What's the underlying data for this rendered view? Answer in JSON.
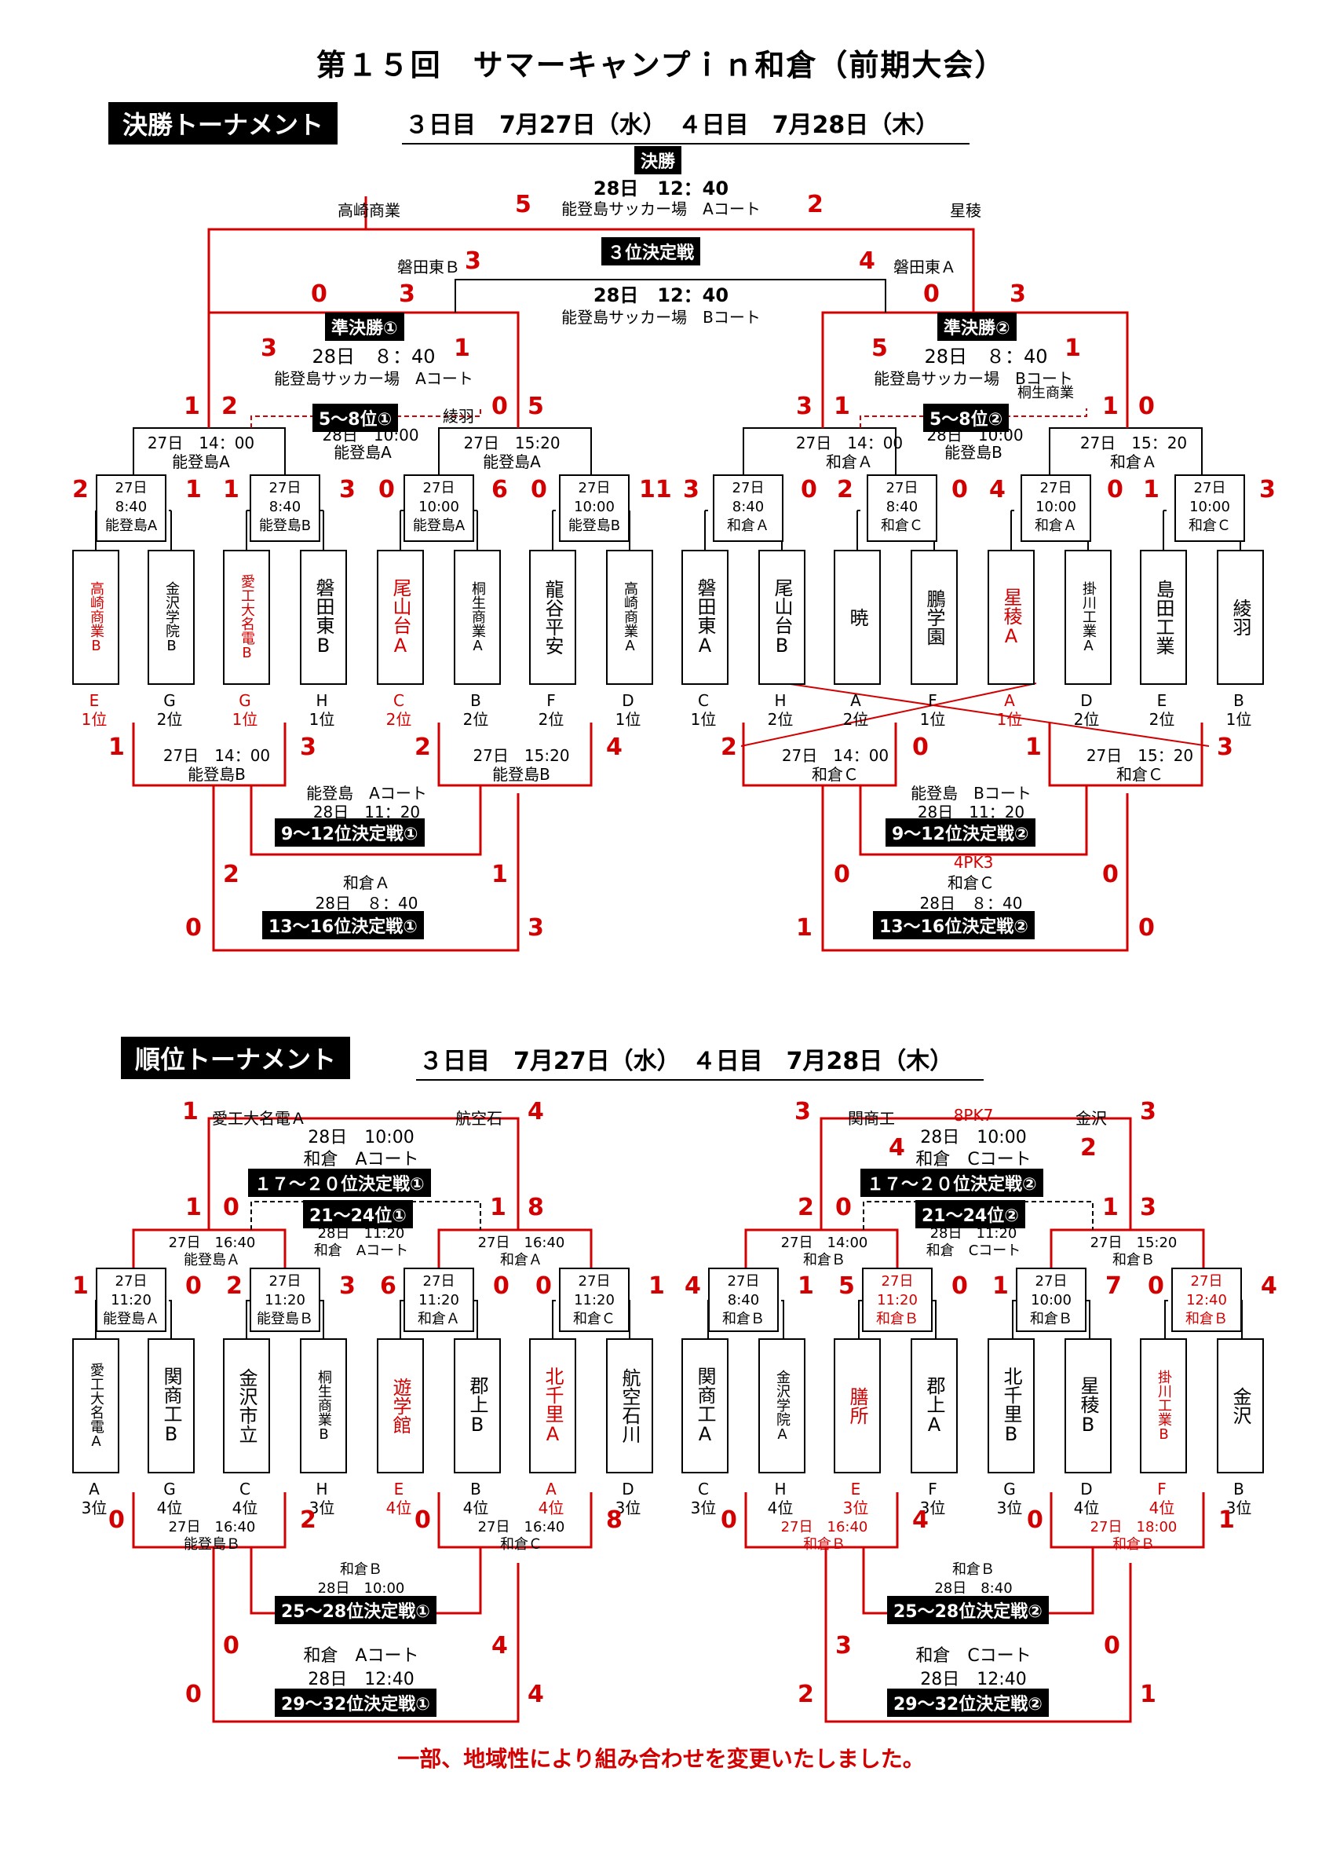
{
  "title": "第１５回　サマーキャンプｉｎ和倉（前期大会）",
  "note": "一部、地域性により組み合わせを変更いたしました。",
  "final_section": {
    "tag": "決勝トーナメント",
    "schedule": "３日目　7月27日（水）　４日目　7月28日（木）",
    "final": {
      "label": "決勝",
      "time": "28日　12：40",
      "venue": "能登島サッカー場　Aコート",
      "left_team": "高崎商業",
      "right_team": "星稜",
      "left_score": "5",
      "right_score": "2"
    },
    "third": {
      "label": "３位決定戦",
      "time": "28日　12：40",
      "venue": "能登島サッカー場　Bコート",
      "left_team": "磐田東Ｂ",
      "right_team": "磐田東Ａ",
      "left_score": "3",
      "right_score": "4"
    },
    "semi1": {
      "label": "準決勝①",
      "time": "28日　８：40",
      "venue": "能登島サッカー場　Aコート",
      "s_left": "3",
      "s_right": "1",
      "top_left": "0",
      "top_right": "3"
    },
    "semi2": {
      "label": "準決勝②",
      "time": "28日　８：40",
      "venue": "能登島サッカー場　Bコート",
      "s_left": "5",
      "s_right": "1",
      "top_left": "0",
      "top_right": "3"
    },
    "p58_1": {
      "label": "5～8位①",
      "time": "28日　10:00",
      "venue": "能登島A",
      "team": "綾羽"
    },
    "p58_2": {
      "label": "5～8位②",
      "time": "28日　10:00",
      "venue": "能登島B",
      "team": "桐生商業"
    },
    "r2": [
      {
        "time": "27日　14：00",
        "venue": "能登島A",
        "sl": "1",
        "sr": "2"
      },
      {
        "time": "27日　15:20",
        "venue": "能登島A",
        "sl": "0",
        "sr": "5"
      },
      {
        "time": "27日　14：00",
        "venue": "和倉Ａ",
        "sl": "3",
        "sr": "1"
      },
      {
        "time": "27日　15：20",
        "venue": "和倉Ａ",
        "sl": "1",
        "sr": "0"
      }
    ],
    "r1": [
      {
        "d": "27日",
        "t": "8:40",
        "v": "能登島A",
        "sl": "2",
        "sr": "1"
      },
      {
        "d": "27日",
        "t": "8:40",
        "v": "能登島B",
        "sl": "1",
        "sr": "3"
      },
      {
        "d": "27日",
        "t": "10:00",
        "v": "能登島A",
        "sl": "0",
        "sr": "6"
      },
      {
        "d": "27日",
        "t": "10:00",
        "v": "能登島B",
        "sl": "0",
        "sr": "11"
      },
      {
        "d": "27日",
        "t": "8:40",
        "v": "和倉Ａ",
        "sl": "3",
        "sr": "0"
      },
      {
        "d": "27日",
        "t": "8:40",
        "v": "和倉Ｃ",
        "sl": "2",
        "sr": "0"
      },
      {
        "d": "27日",
        "t": "10:00",
        "v": "和倉Ａ",
        "sl": "4",
        "sr": "0"
      },
      {
        "d": "27日",
        "t": "10:00",
        "v": "和倉Ｃ",
        "sl": "1",
        "sr": "3"
      }
    ],
    "teams": [
      {
        "name": "高崎商業B",
        "g": "E",
        "r": "1位",
        "red": true,
        "small": true
      },
      {
        "name": "金沢学院B",
        "g": "G",
        "r": "2位",
        "red": false,
        "small": true
      },
      {
        "name": "愛工大名電B",
        "g": "G",
        "r": "1位",
        "red": true,
        "small": true
      },
      {
        "name": "磐田東B",
        "g": "H",
        "r": "1位",
        "red": false,
        "small": false
      },
      {
        "name": "尾山台A",
        "g": "C",
        "r": "2位",
        "red": true,
        "small": false
      },
      {
        "name": "桐生商業A",
        "g": "B",
        "r": "2位",
        "red": false,
        "small": true
      },
      {
        "name": "龍谷平安",
        "g": "F",
        "r": "2位",
        "red": false,
        "small": false
      },
      {
        "name": "高崎商業A",
        "g": "D",
        "r": "1位",
        "red": false,
        "small": true
      },
      {
        "name": "磐田東A",
        "g": "C",
        "r": "1位",
        "red": false,
        "small": false
      },
      {
        "name": "尾山台B",
        "g": "H",
        "r": "2位",
        "red": false,
        "small": false
      },
      {
        "name": "暁",
        "g": "A",
        "r": "2位",
        "red": false,
        "small": false
      },
      {
        "name": "鵬学園",
        "g": "F",
        "r": "1位",
        "red": false,
        "small": false
      },
      {
        "name": "星稜A",
        "g": "A",
        "r": "1位",
        "red": true,
        "small": false
      },
      {
        "name": "掛川工業A",
        "g": "D",
        "r": "2位",
        "red": false,
        "small": true
      },
      {
        "name": "島田工業",
        "g": "E",
        "r": "2位",
        "red": false,
        "small": false
      },
      {
        "name": "綾羽",
        "g": "B",
        "r": "1位",
        "red": false,
        "small": false
      }
    ],
    "lower": [
      {
        "time": "27日　14：00",
        "venue": "能登島B",
        "sl": "1",
        "sr": "3"
      },
      {
        "time": "27日　15:20",
        "venue": "能登島B",
        "sl": "2",
        "sr": "4"
      },
      {
        "time": "27日　14：00",
        "venue": "和倉Ｃ",
        "sl": "2",
        "sr": "0"
      },
      {
        "time": "27日　15：20",
        "venue": "和倉Ｃ",
        "sl": "1",
        "sr": "3"
      }
    ],
    "p912_1": {
      "venue": "能登島　Aコート",
      "time": "28日　11：20",
      "label": "9～12位決定戦①"
    },
    "p912_2": {
      "venue": "能登島　Bコート",
      "time": "28日　11：20",
      "label": "9～12位決定戦②"
    },
    "p1316_1": {
      "venue": "和倉Ａ",
      "time": "28日　８：40",
      "label": "13～16位決定戦①",
      "s1": "2",
      "s2": "1",
      "b1": "0",
      "b2": "3"
    },
    "p1316_2": {
      "venue": "和倉Ｃ",
      "time": "28日　８：40",
      "label": "13～16位決定戦②",
      "pk": "4PK3",
      "s1": "0",
      "s2": "0",
      "b1": "1",
      "b2": "0"
    }
  },
  "rank_section": {
    "tag": "順位トーナメント",
    "schedule": "３日目　7月27日（水）　４日目　7月28日（木）",
    "left": {
      "p1720": {
        "left_team": "愛工大名電Ａ",
        "right_team": "航空石",
        "left_score": "1",
        "right_score": "4",
        "time": "28日　10:00",
        "venue": "和倉　Aコート",
        "label": "１７～２０位決定戦①"
      },
      "p2124": {
        "label": "21～24位①",
        "time": "28日　11:20",
        "venue": "和倉　Aコート",
        "sl": "1",
        "sm1": "0",
        "sm2": "1",
        "sr": "8"
      },
      "r2": [
        {
          "time": "27日　16:40",
          "venue": "能登島Ａ"
        },
        {
          "time": "27日　16:40",
          "venue": "和倉Ａ"
        }
      ],
      "r1": [
        {
          "d": "27日",
          "t": "11:20",
          "v": "能登島Ａ",
          "sl": "1",
          "sr": "0",
          "red": false
        },
        {
          "d": "27日",
          "t": "11:20",
          "v": "能登島Ｂ",
          "sl": "2",
          "sr": "3",
          "red": false
        },
        {
          "d": "27日",
          "t": "11:20",
          "v": "和倉Ａ",
          "sl": "6",
          "sr": "0",
          "red": false
        },
        {
          "d": "27日",
          "t": "11:20",
          "v": "和倉Ｃ",
          "sl": "0",
          "sr": "1",
          "red": false
        }
      ],
      "teams": [
        {
          "name": "愛工大名電A",
          "g": "A",
          "r": "3位",
          "red": false,
          "small": true
        },
        {
          "name": "関商工B",
          "g": "G",
          "r": "4位",
          "red": false,
          "small": false
        },
        {
          "name": "金沢市立",
          "g": "C",
          "r": "4位",
          "red": false,
          "small": false
        },
        {
          "name": "桐生商業B",
          "g": "H",
          "r": "3位",
          "red": false,
          "small": true
        },
        {
          "name": "遊学館",
          "g": "E",
          "r": "4位",
          "red": true,
          "small": false
        },
        {
          "name": "郡上B",
          "g": "B",
          "r": "4位",
          "red": false,
          "small": false
        },
        {
          "name": "北千里A",
          "g": "A",
          "r": "4位",
          "red": true,
          "small": false
        },
        {
          "name": "航空石川",
          "g": "D",
          "r": "3位",
          "red": false,
          "small": false
        }
      ],
      "lower": [
        {
          "time": "27日　16:40",
          "venue": "能登島Ｂ",
          "sl": "0",
          "sr": "2",
          "red": false
        },
        {
          "time": "27日　16:40",
          "venue": "和倉Ｃ",
          "sl": "0",
          "sr": "8",
          "red": false
        }
      ],
      "p2528": {
        "venue": "和倉Ｂ",
        "time": "28日　10:00",
        "label": "25～28位決定戦①"
      },
      "p2932": {
        "venue": "和倉　Aコート",
        "time": "28日　12:40",
        "label": "29～32位決定戦①",
        "s1": "0",
        "s2": "4",
        "b1": "0",
        "b2": "4"
      }
    },
    "right": {
      "p1720": {
        "left_team": "関商工",
        "right_team": "金沢",
        "pk": "8PK7",
        "left_score": "3",
        "right_score": "3",
        "time": "28日　10:00",
        "venue": "和倉　Cコート",
        "label": "１７～２０位決定戦②",
        "s1": "4",
        "s2": "2"
      },
      "p2124": {
        "label": "21～24位②",
        "time": "28日　11:20",
        "venue": "和倉　Cコート",
        "sl": "2",
        "sm1": "0",
        "sm2": "1",
        "sr": "3"
      },
      "r2": [
        {
          "time": "27日　14:00",
          "venue": "和倉Ｂ"
        },
        {
          "time": "27日　15:20",
          "venue": "和倉Ｂ"
        }
      ],
      "r1": [
        {
          "d": "27日",
          "t": "8:40",
          "v": "和倉Ｂ",
          "sl": "4",
          "sr": "1",
          "red": false
        },
        {
          "d": "27日",
          "t": "11:20",
          "v": "和倉Ｂ",
          "sl": "5",
          "sr": "0",
          "red": true
        },
        {
          "d": "27日",
          "t": "10:00",
          "v": "和倉Ｂ",
          "sl": "1",
          "sr": "7",
          "red": false
        },
        {
          "d": "27日",
          "t": "12:40",
          "v": "和倉Ｂ",
          "sl": "0",
          "sr": "4",
          "red": true
        }
      ],
      "teams": [
        {
          "name": "関商工A",
          "g": "C",
          "r": "3位",
          "red": false,
          "small": false
        },
        {
          "name": "金沢学院A",
          "g": "H",
          "r": "4位",
          "red": false,
          "small": true
        },
        {
          "name": "膳所",
          "g": "E",
          "r": "3位",
          "red": true,
          "small": false
        },
        {
          "name": "郡上A",
          "g": "F",
          "r": "3位",
          "red": false,
          "small": false
        },
        {
          "name": "北千里B",
          "g": "G",
          "r": "3位",
          "red": false,
          "small": false
        },
        {
          "name": "星稜B",
          "g": "D",
          "r": "4位",
          "red": false,
          "small": false
        },
        {
          "name": "掛川工業B",
          "g": "F",
          "r": "4位",
          "red": true,
          "small": true
        },
        {
          "name": "金沢",
          "g": "B",
          "r": "3位",
          "red": false,
          "small": false
        }
      ],
      "lower": [
        {
          "time": "27日　16:40",
          "venue": "和倉Ｂ",
          "sl": "0",
          "sr": "4",
          "red": true
        },
        {
          "time": "27日　18:00",
          "venue": "和倉Ｂ",
          "sl": "0",
          "sr": "1",
          "red": true
        }
      ],
      "p2528": {
        "venue": "和倉Ｂ",
        "time": "28日　8:40",
        "label": "25～28位決定戦②"
      },
      "p2932": {
        "venue": "和倉　Cコート",
        "time": "28日　12:40",
        "label": "29～32位決定戦②",
        "s1": "3",
        "s2": "0",
        "b1": "2",
        "b2": "1"
      }
    }
  }
}
